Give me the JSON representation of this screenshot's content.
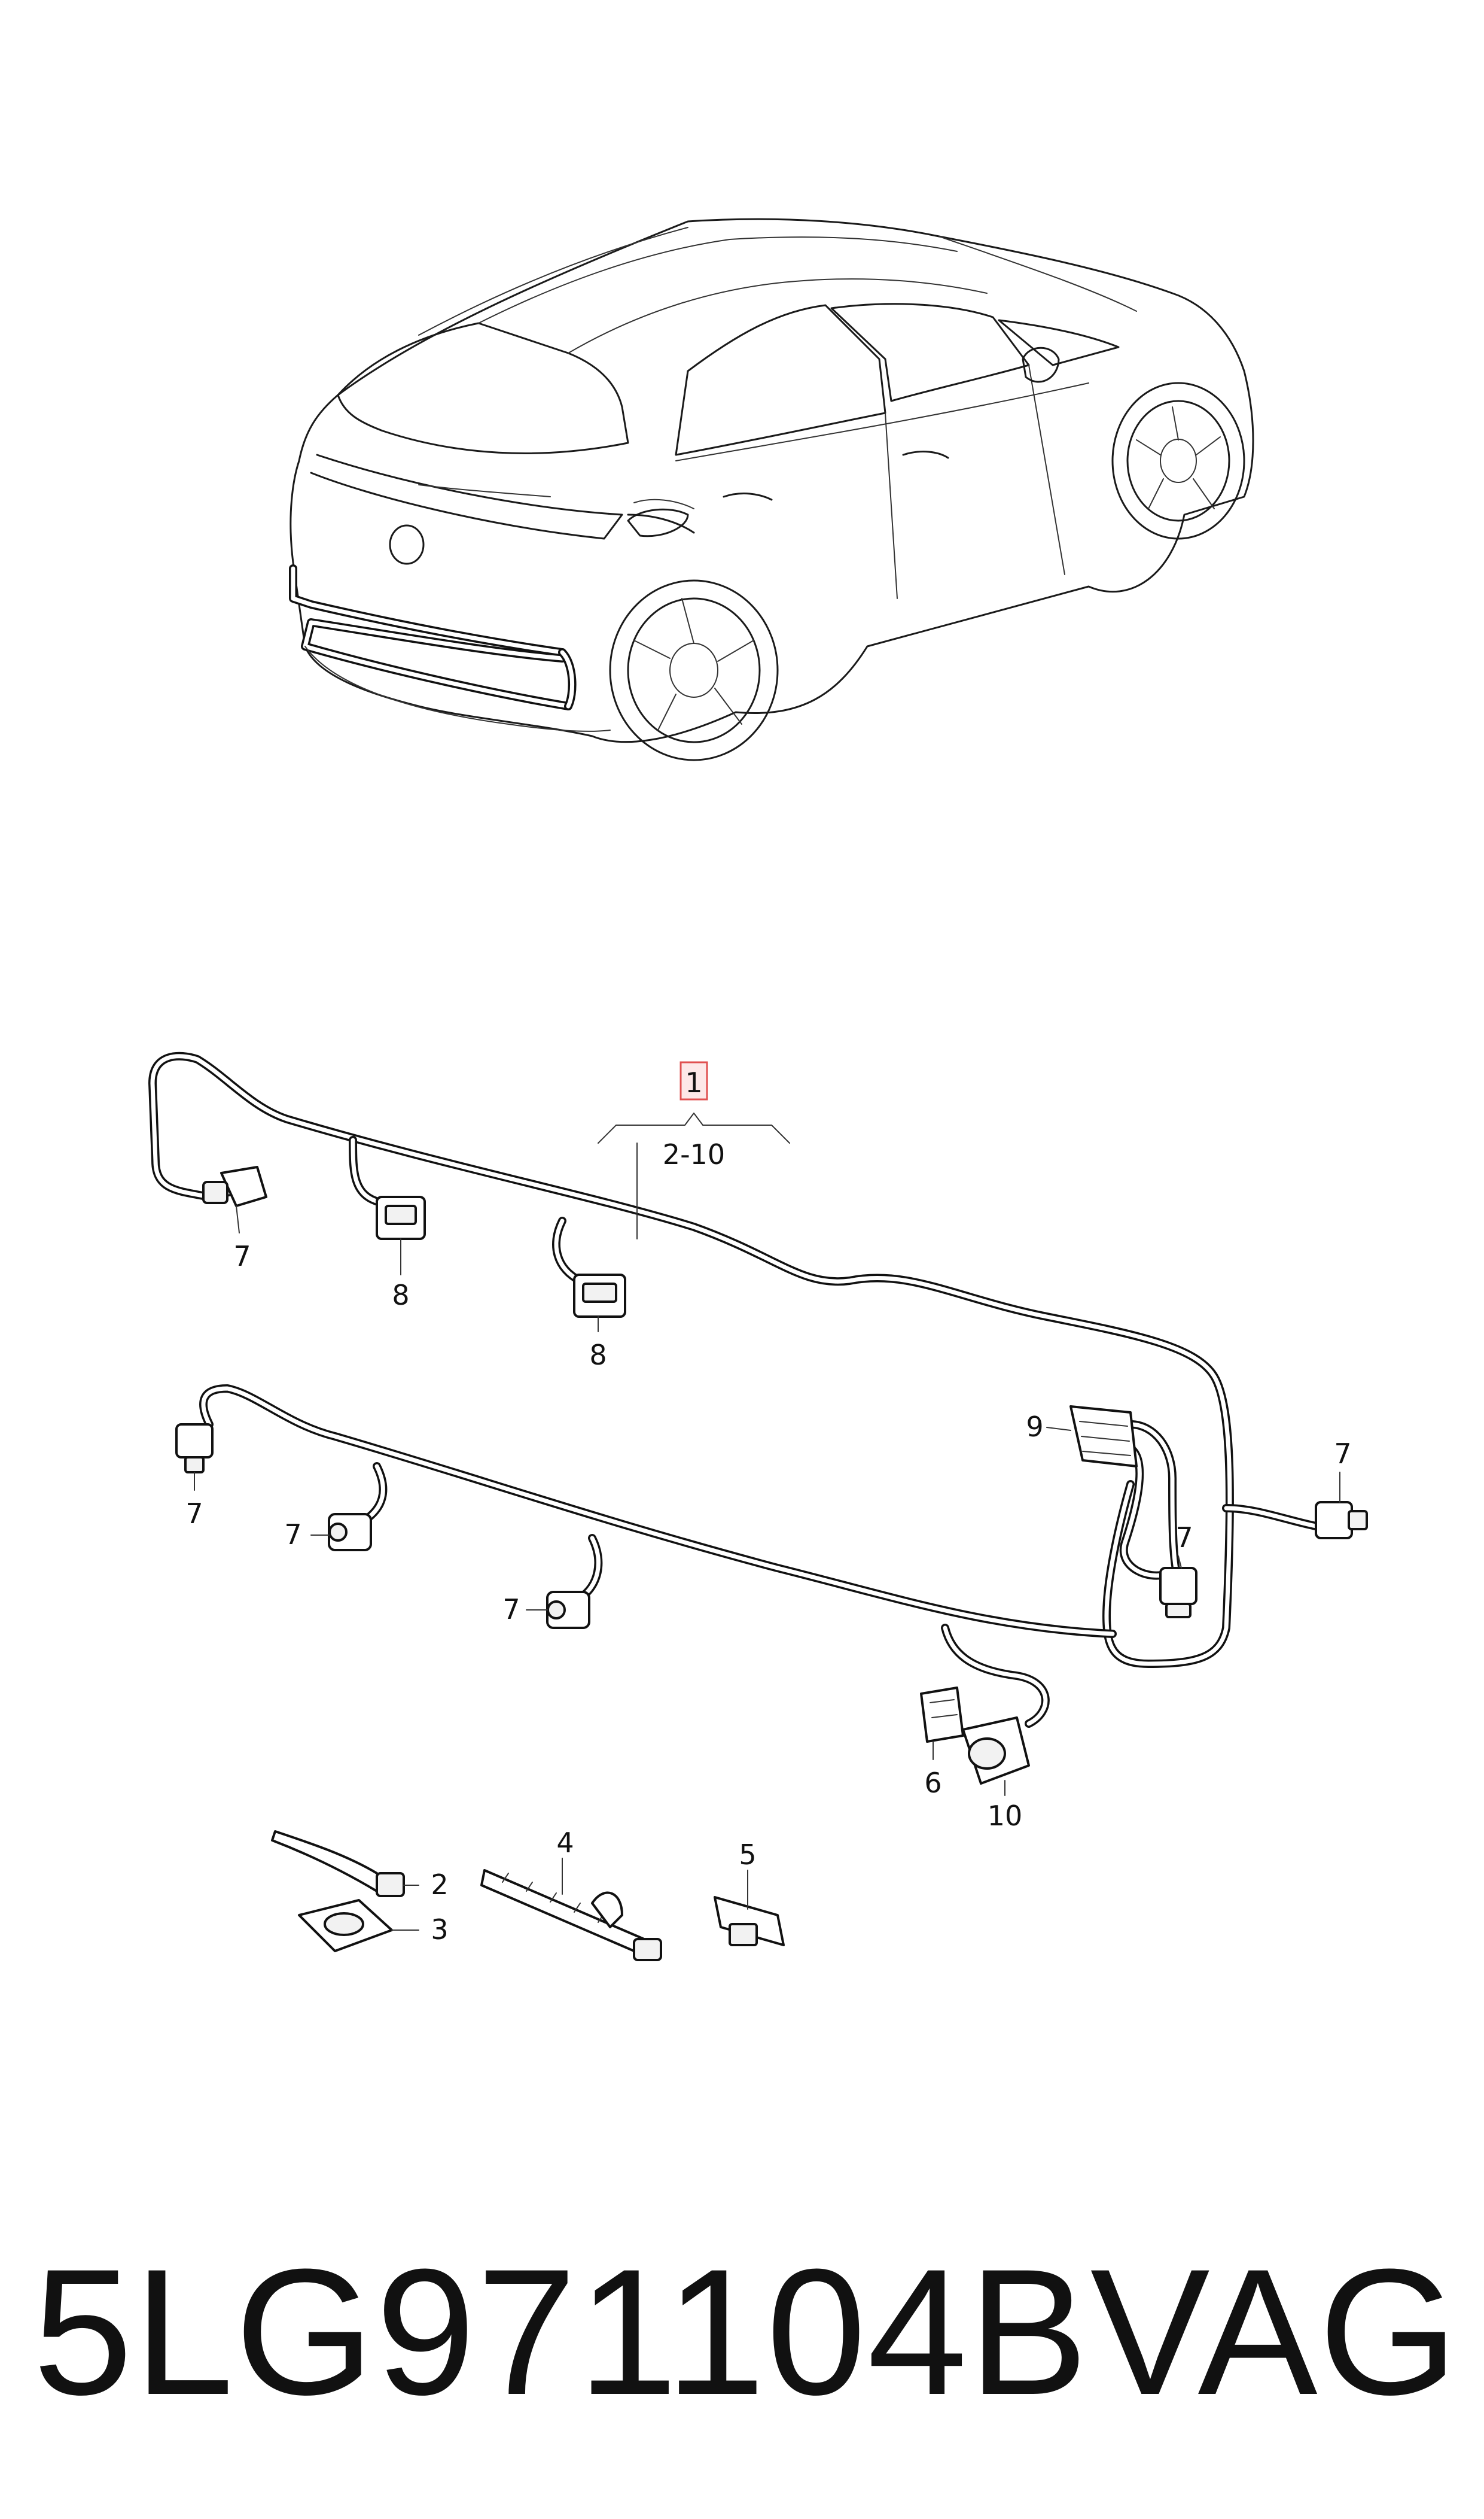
{
  "callouts": {
    "main": "1",
    "range": "2-10",
    "c2": "2",
    "c3": "3",
    "c4": "4",
    "c5": "5",
    "c6": "6",
    "c7": "7",
    "c8": "8",
    "c9": "9",
    "c10": "10"
  },
  "footer": {
    "part_number": "5LG971104B",
    "brand": "VAG"
  },
  "colors": {
    "line": "#111111",
    "callout_box": "#e05050",
    "callout_fill": "#fde8e8"
  }
}
